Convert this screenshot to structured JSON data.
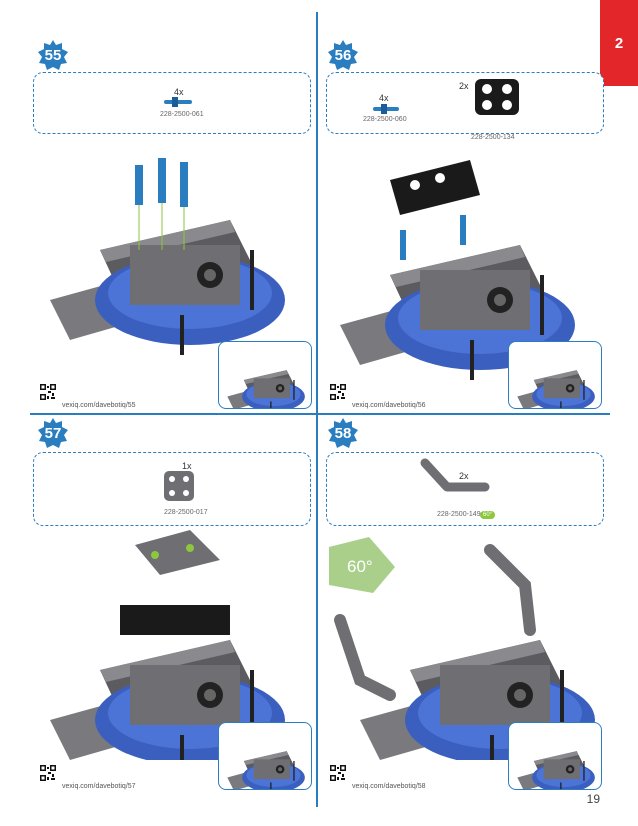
{
  "chapter": "2",
  "page_number": "19",
  "steps": [
    {
      "number": "55",
      "parts": [
        {
          "qty": "4x",
          "part": "228-2500-061"
        }
      ],
      "url": "vexiq.com/davebotiq/55"
    },
    {
      "number": "56",
      "parts": [
        {
          "qty": "4x",
          "part": "228-2500-060"
        },
        {
          "qty": "2x",
          "part": "228-2500-134"
        }
      ],
      "url": "vexiq.com/davebotiq/56"
    },
    {
      "number": "57",
      "parts": [
        {
          "qty": "1x",
          "part": "228-2500-017"
        }
      ],
      "url": "vexiq.com/davebotiq/57"
    },
    {
      "number": "58",
      "parts": [
        {
          "qty": "2x",
          "part": "228-2500-149"
        }
      ],
      "url": "vexiq.com/davebotiq/58",
      "angle": "60°",
      "angle_badge": "60°"
    }
  ],
  "colors": {
    "accent": "#2a7ec0",
    "chapter_tab": "#e2262a",
    "gear": "#3a5fbf",
    "plate": "#6f6f73",
    "highlight": "#8dc63f"
  }
}
